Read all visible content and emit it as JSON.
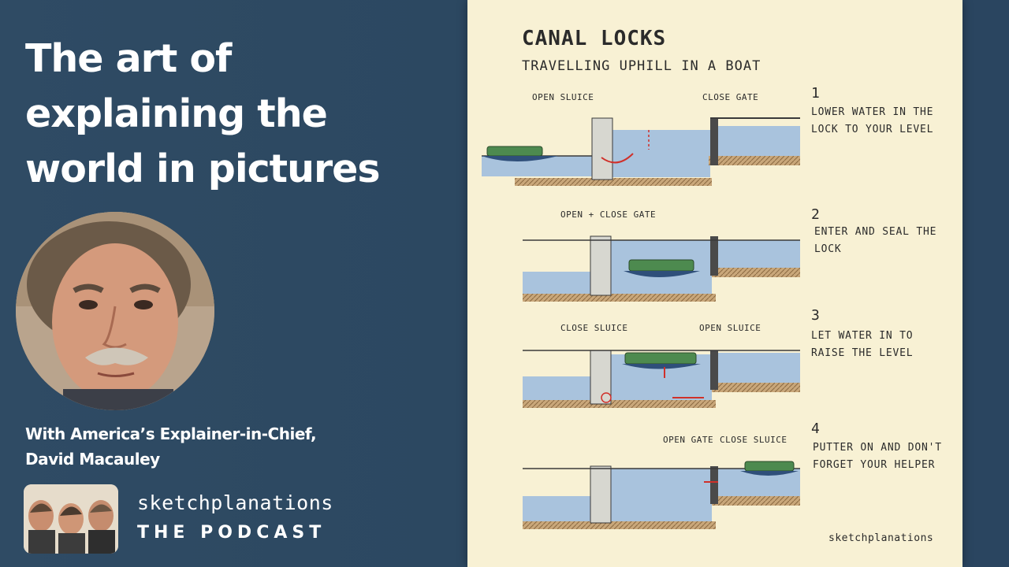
{
  "headline": {
    "line1": "The art of",
    "line2": "explaining the",
    "line3": "world in pictures"
  },
  "caption": {
    "line1": "With America’s Explainer-in-Chief,",
    "line2": "David Macauley"
  },
  "podcast": {
    "brand": "sketchplanations",
    "subtitle": "THE PODCAST"
  },
  "sketch": {
    "title": "CANAL LOCKS",
    "subtitle": "TRAVELLING UPHILL IN A BOAT",
    "steps": [
      {
        "number": "1",
        "text": "LOWER WATER IN THE LOCK TO YOUR LEVEL",
        "labels": [
          "OPEN SLUICE",
          "CLOSE GATE"
        ]
      },
      {
        "number": "2",
        "text": "ENTER AND SEAL THE LOCK",
        "labels": [
          "OPEN + CLOSE GATE"
        ]
      },
      {
        "number": "3",
        "text": "LET WATER IN TO RAISE THE LEVEL",
        "labels": [
          "CLOSE SLUICE",
          "OPEN SLUICE"
        ]
      },
      {
        "number": "4",
        "text": "PUTTER ON AND DON'T FORGET YOUR HELPER",
        "labels": [
          "OPEN GATE",
          "CLOSE SLUICE"
        ]
      }
    ],
    "brand": "sketchplanations"
  },
  "colors": {
    "background": "#2e4a62",
    "paper": "#f8f1d4",
    "water": "#a9c3dd",
    "boat": "#4d8a4f",
    "hull": "#2f4f7a",
    "arrow": "#d0302a"
  }
}
